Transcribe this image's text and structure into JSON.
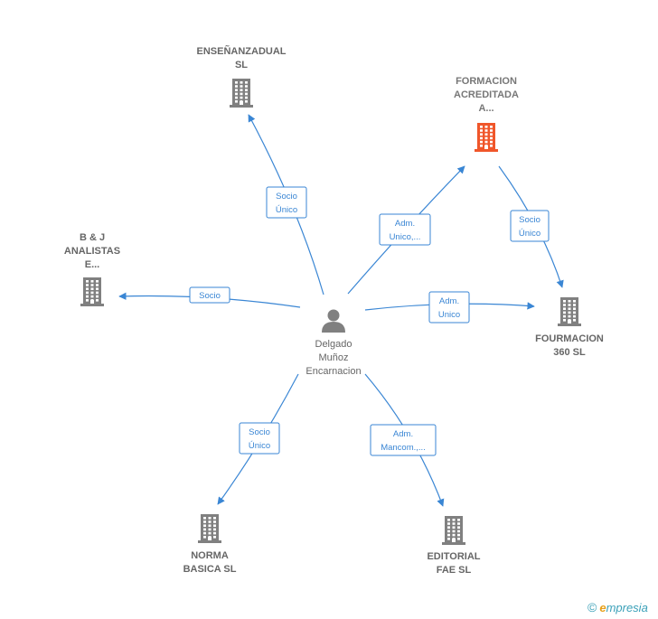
{
  "colors": {
    "edge": "#3a86d4",
    "building": "#808080",
    "building_highlight": "#f0562a",
    "person": "#808080",
    "label": "#666666"
  },
  "center": {
    "name": "person-delgado",
    "lines": [
      "Delgado",
      "Muñoz",
      "Encarnacion"
    ],
    "icon": "person-icon"
  },
  "nodes": [
    {
      "id": "ensenanzadual",
      "lines": [
        "ENSEÑANZADUAL",
        "SL"
      ],
      "icon": "building-icon",
      "highlight": false
    },
    {
      "id": "formacion",
      "lines": [
        "FORMACION",
        "ACREDITADA",
        "A..."
      ],
      "icon": "building-icon",
      "highlight": true
    },
    {
      "id": "bj",
      "lines": [
        "B & J",
        "ANALISTAS",
        "E..."
      ],
      "icon": "building-icon",
      "highlight": false
    },
    {
      "id": "fourmacion",
      "lines": [
        "FOURMACION",
        "360  SL"
      ],
      "icon": "building-icon",
      "highlight": false
    },
    {
      "id": "norma",
      "lines": [
        "NORMA",
        "BASICA  SL"
      ],
      "icon": "building-icon",
      "highlight": false
    },
    {
      "id": "editorial",
      "lines": [
        "EDITORIAL",
        "FAE  SL"
      ],
      "icon": "building-icon",
      "highlight": false
    }
  ],
  "edges": [
    {
      "id": "to-ensenanzadual",
      "lines": [
        "Socio",
        "Único"
      ]
    },
    {
      "id": "to-formacion",
      "lines": [
        "Adm.",
        "Unico,..."
      ]
    },
    {
      "id": "formacion-to-fourmacion",
      "lines": [
        "Socio",
        "Único"
      ]
    },
    {
      "id": "to-bj",
      "lines": [
        "Socio"
      ]
    },
    {
      "id": "to-fourmacion",
      "lines": [
        "Adm.",
        "Unico"
      ]
    },
    {
      "id": "to-norma",
      "lines": [
        "Socio",
        "Único"
      ]
    },
    {
      "id": "to-editorial",
      "lines": [
        "Adm.",
        "Mancom.,..."
      ]
    }
  ],
  "footer": {
    "copyright": "©",
    "brand_first": "e",
    "brand_rest": "mpresia"
  }
}
